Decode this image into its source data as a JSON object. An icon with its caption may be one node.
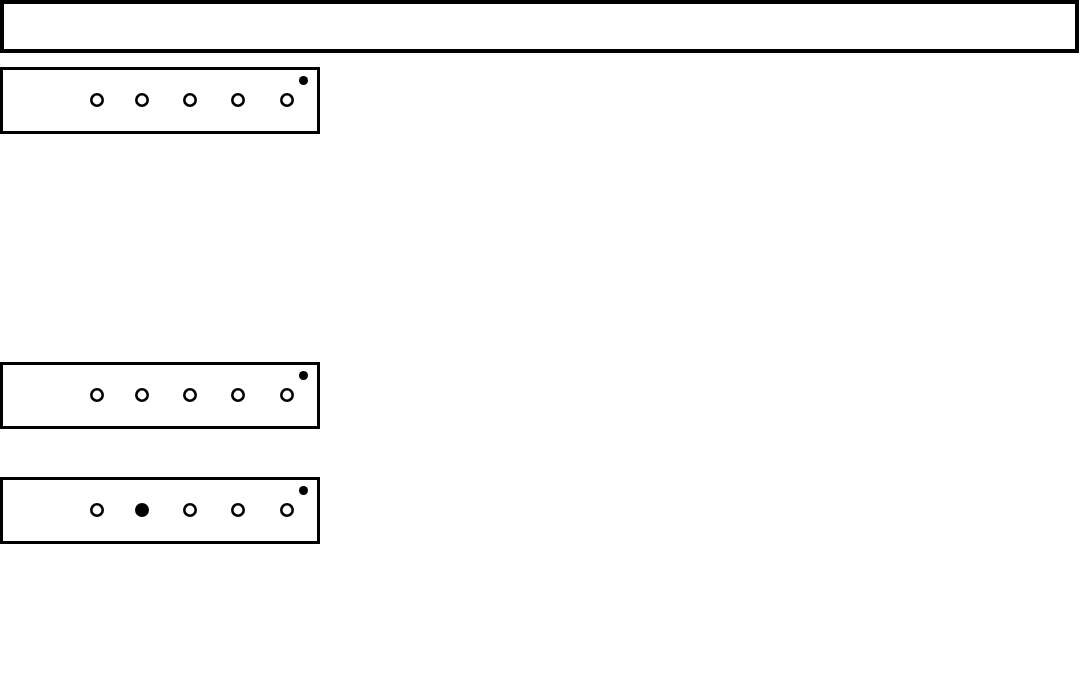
{
  "diagram": {
    "nodes": [
      {
        "text": [],
        "shape": "box"
      },
      {
        "text": [],
        "shape": "box"
      },
      {
        "text": [],
        "shape": "circle",
        "in": 1
      },
      {
        "text": [],
        "shape": "circle",
        "in": 1
      },
      {
        "text": [],
        "shape": "circle",
        "in": 1
      },
      {
        "text": [],
        "shape": "circle",
        "in": 1
      },
      {
        "text": [],
        "shape": "circle",
        "in": 1
      },
      {
        "text": [],
        "shape": "dot",
        "in": 1
      },
      {
        "text": [],
        "shape": "box"
      },
      {
        "text": [],
        "shape": "circle",
        "in": 8
      },
      {
        "text": [],
        "shape": "circle",
        "in": 8
      },
      {
        "text": [],
        "shape": "circle",
        "in": 8
      },
      {
        "text": [],
        "shape": "circle",
        "in": 8
      },
      {
        "text": [],
        "shape": "circle",
        "in": 8
      },
      {
        "text": [],
        "shape": "dot",
        "in": 8
      },
      {
        "text": [],
        "shape": "box"
      },
      {
        "text": [],
        "shape": "circle",
        "in": 15
      },
      {
        "text": [],
        "shape": "disc",
        "in": 15
      },
      {
        "text": [],
        "shape": "circle",
        "in": 15
      },
      {
        "text": [],
        "shape": "circle",
        "in": 15
      },
      {
        "text": [],
        "shape": "circle",
        "in": 15
      },
      {
        "text": [],
        "shape": "dot",
        "in": 15
      }
    ]
  }
}
